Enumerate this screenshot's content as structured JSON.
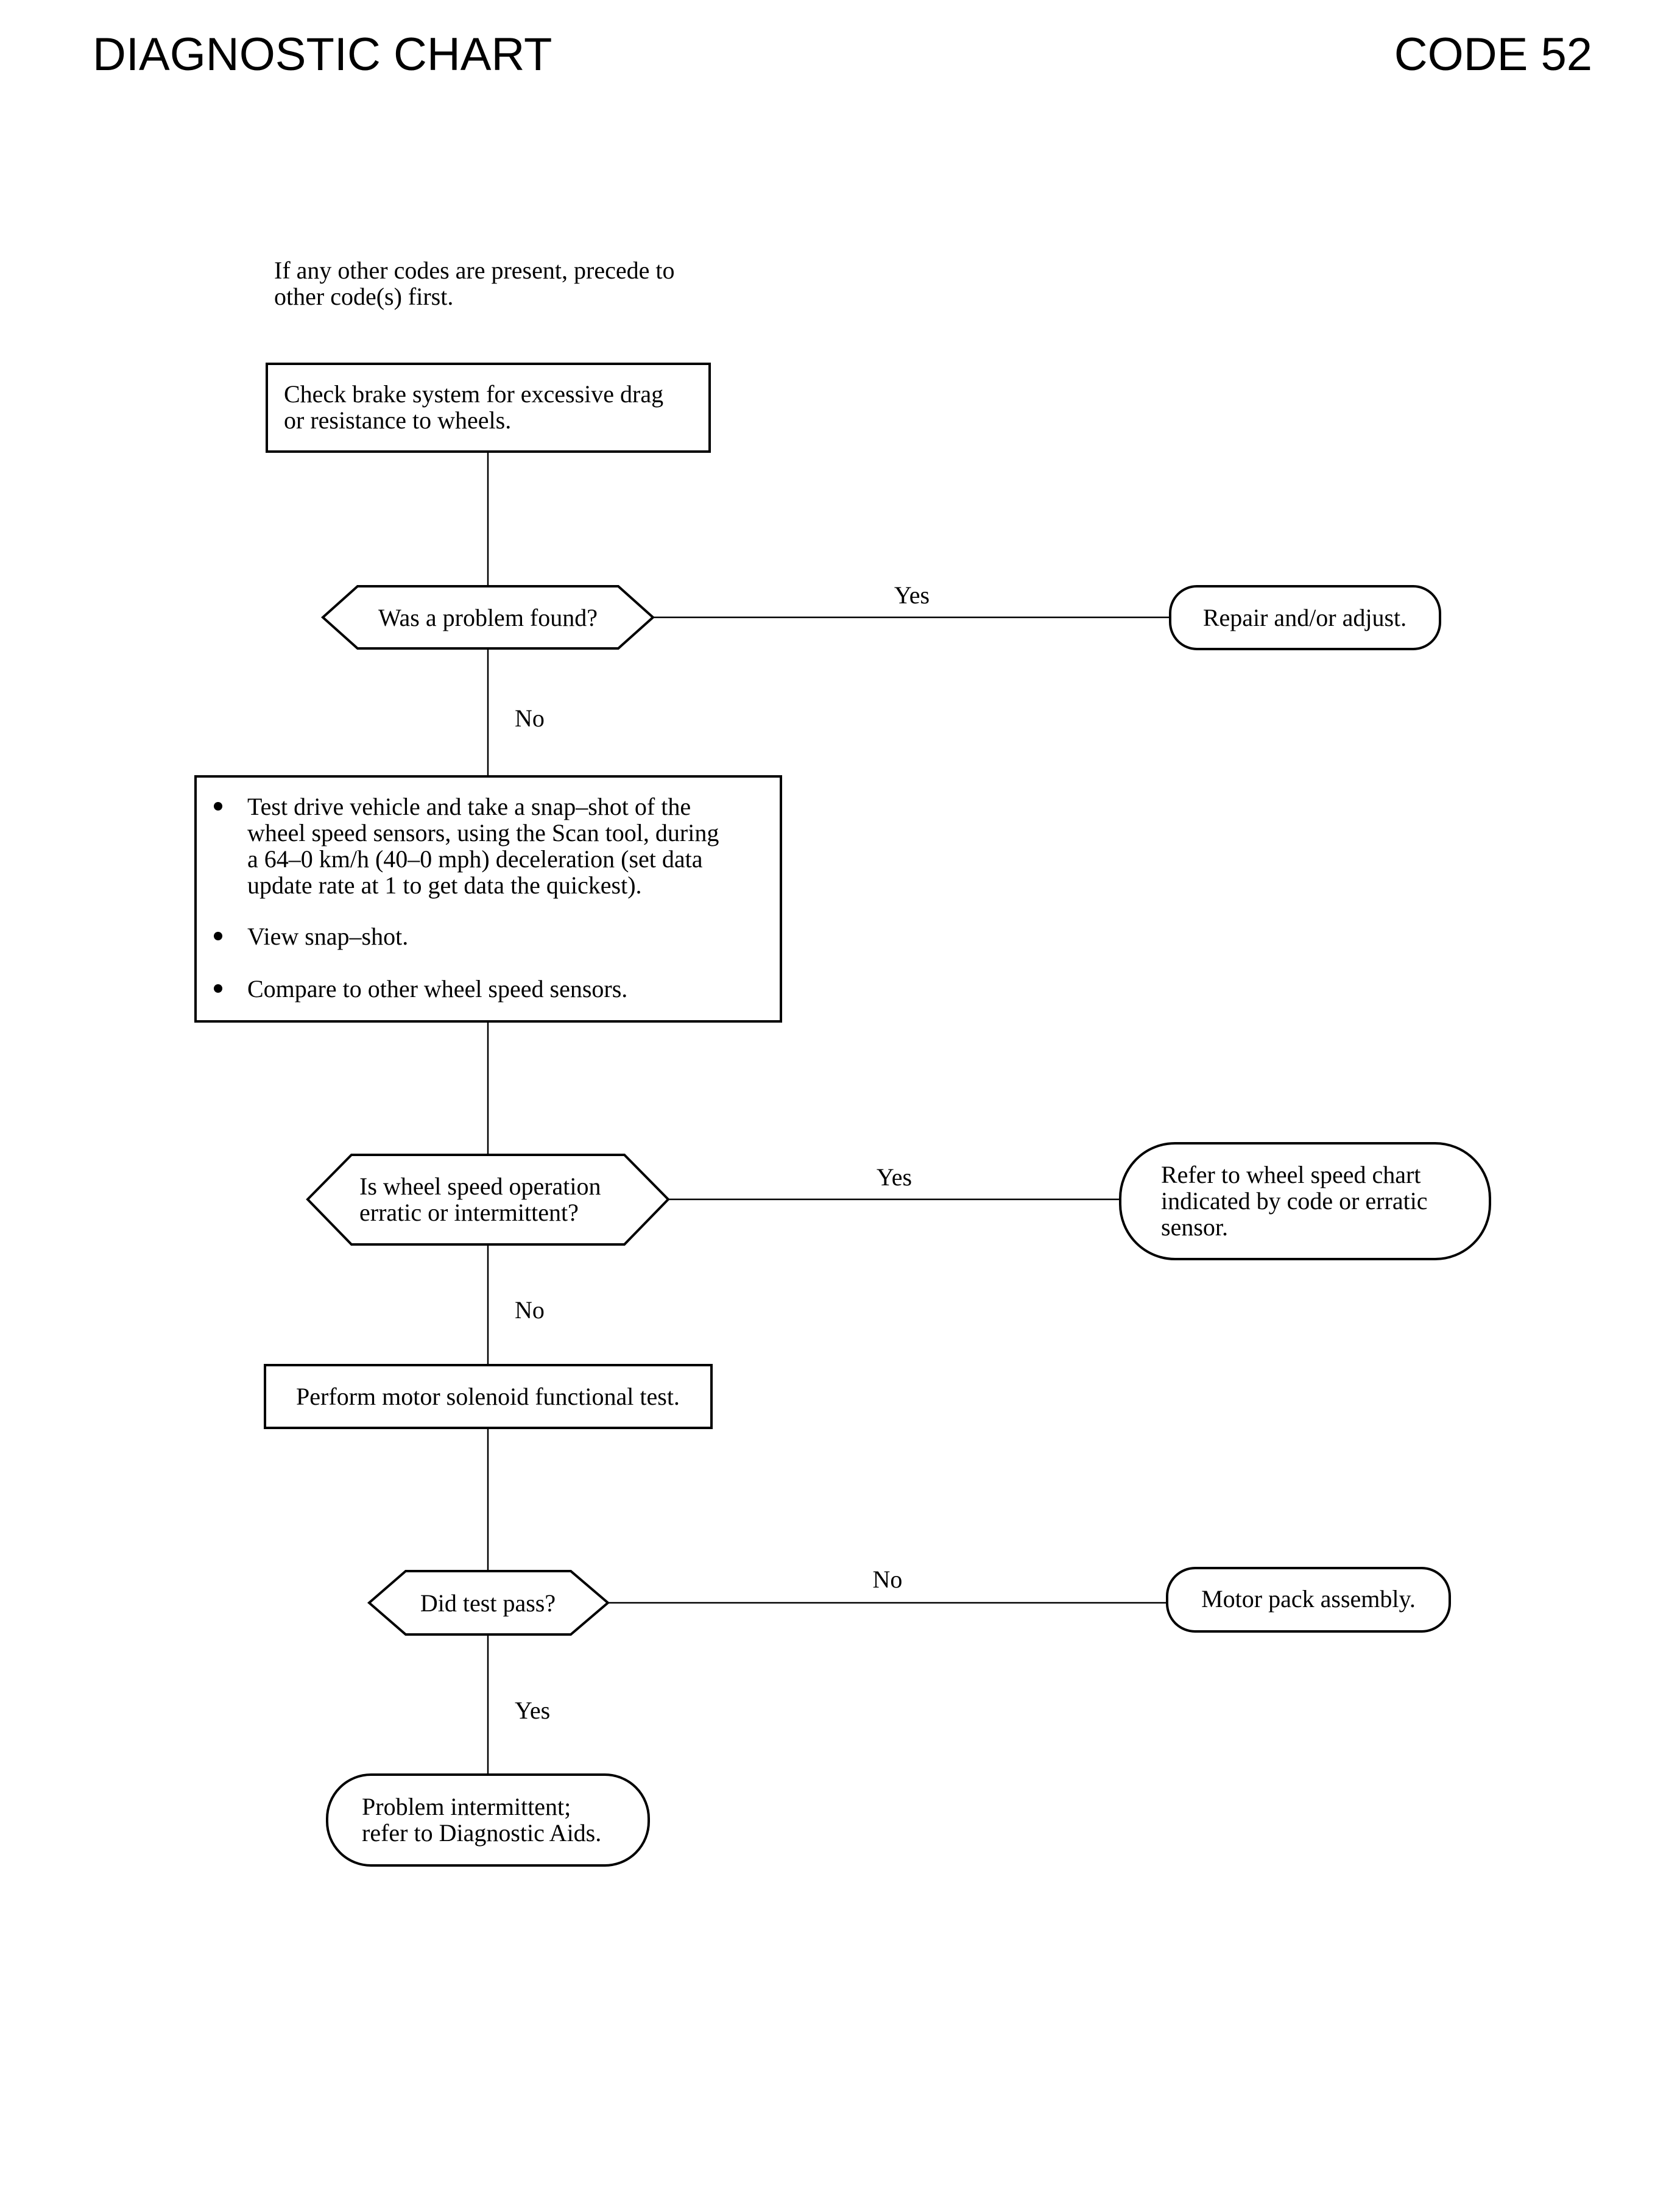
{
  "header": {
    "title": "DIAGNOSTIC CHART",
    "code": "CODE 52"
  },
  "intro": {
    "line1": "If any other codes are present, precede to",
    "line2": "other code(s) first."
  },
  "steps": {
    "check_brake": {
      "line1": "Check brake system for excessive drag",
      "line2": "or resistance to wheels."
    },
    "problem_found": {
      "text": "Was a problem found?"
    },
    "repair": {
      "text": "Repair and/or adjust."
    },
    "test_drive": {
      "bullet1": [
        "Test drive vehicle and take a snap–shot of the",
        "wheel speed sensors, using the Scan tool, during",
        "a 64–0 km/h (40–0 mph) deceleration (set data",
        "update rate at 1 to get data the quickest)."
      ],
      "bullet2": "View snap–shot.",
      "bullet3": "Compare to other wheel speed sensors."
    },
    "erratic": {
      "line1": "Is wheel speed operation",
      "line2": "erratic or intermittent?"
    },
    "refer_chart": {
      "line1": "Refer to wheel speed chart",
      "line2": "indicated by code or erratic",
      "line3": "sensor."
    },
    "solenoid_test": {
      "text": "Perform motor solenoid functional test."
    },
    "test_pass": {
      "text": "Did test pass?"
    },
    "motor_pack": {
      "text": "Motor pack assembly."
    },
    "intermittent": {
      "line1": "Problem intermittent;",
      "line2": "refer to Diagnostic Aids."
    }
  },
  "edge_labels": {
    "yes_1": "Yes",
    "no_1": "No",
    "yes_2": "Yes",
    "no_2": "No",
    "no_3": "No",
    "yes_3": "Yes"
  }
}
